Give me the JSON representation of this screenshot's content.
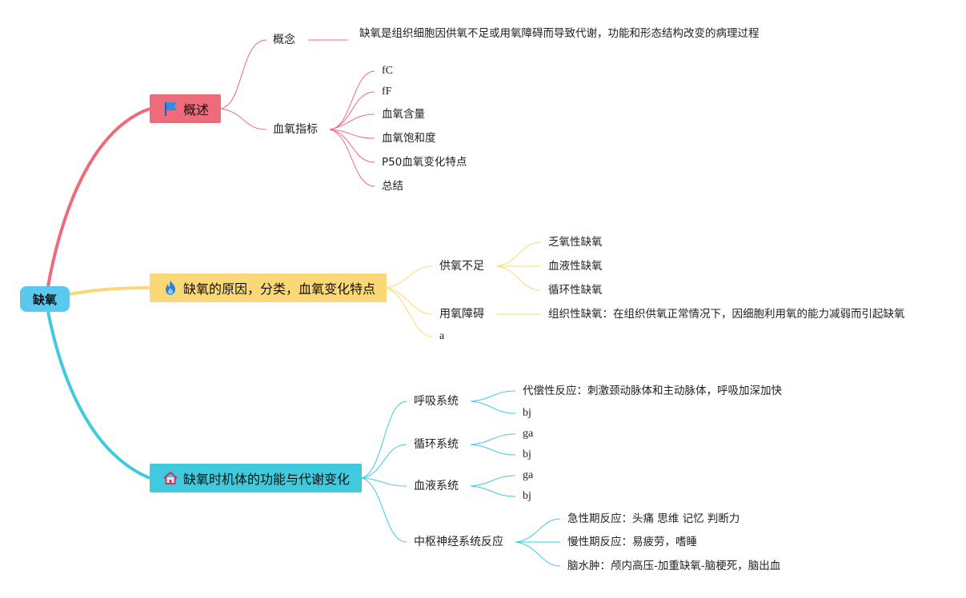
{
  "root": {
    "label": "缺氧"
  },
  "branches": [
    {
      "label": "概述",
      "icon": "flag-icon",
      "color": "#ef6b7c",
      "children": [
        {
          "label": "概念",
          "children": [
            {
              "label": "缺氧是组织细胞因供氧不足或用氧障碍而导致代谢，功能和形态结构改变的病理过程"
            }
          ]
        },
        {
          "label": "血氧指标",
          "children": [
            {
              "label": "fC"
            },
            {
              "label": "fF"
            },
            {
              "label": "血氧含量"
            },
            {
              "label": "血氧饱和度"
            },
            {
              "label": "P50血氧变化特点"
            },
            {
              "label": "总结"
            }
          ]
        }
      ]
    },
    {
      "label": "缺氧的原因，分类，血氧变化特点",
      "icon": "fire-icon",
      "color": "#fbd877",
      "children": [
        {
          "label": "供氧不足",
          "children": [
            {
              "label": "乏氧性缺氧"
            },
            {
              "label": "血液性缺氧"
            },
            {
              "label": "循环性缺氧"
            }
          ]
        },
        {
          "label": "用氧障碍",
          "children": [
            {
              "label": "组织性缺氧：在组织供氧正常情况下，因细胞利用氧的能力减弱而引起缺氧"
            }
          ]
        },
        {
          "label": "a"
        }
      ]
    },
    {
      "label": "缺氧时机体的功能与代谢变化",
      "icon": "home-icon",
      "color": "#41c9de",
      "children": [
        {
          "label": "呼吸系统",
          "children": [
            {
              "label": "代偿性反应：刺激颈动脉体和主动脉体，呼吸加深加快"
            },
            {
              "label": "bj"
            }
          ]
        },
        {
          "label": "循环系统",
          "children": [
            {
              "label": "ga"
            },
            {
              "label": "bj"
            }
          ]
        },
        {
          "label": "血液系统",
          "children": [
            {
              "label": "ga"
            },
            {
              "label": "bj"
            }
          ]
        },
        {
          "label": "中枢神经系统反应",
          "children": [
            {
              "label": "急性期反应：头痛 思维 记忆 判断力"
            },
            {
              "label": "慢性期反应：易疲劳，嗜睡"
            },
            {
              "label": "脑水肿：颅内高压-加重缺氧-脑梗死，脑出血"
            }
          ]
        }
      ]
    }
  ]
}
